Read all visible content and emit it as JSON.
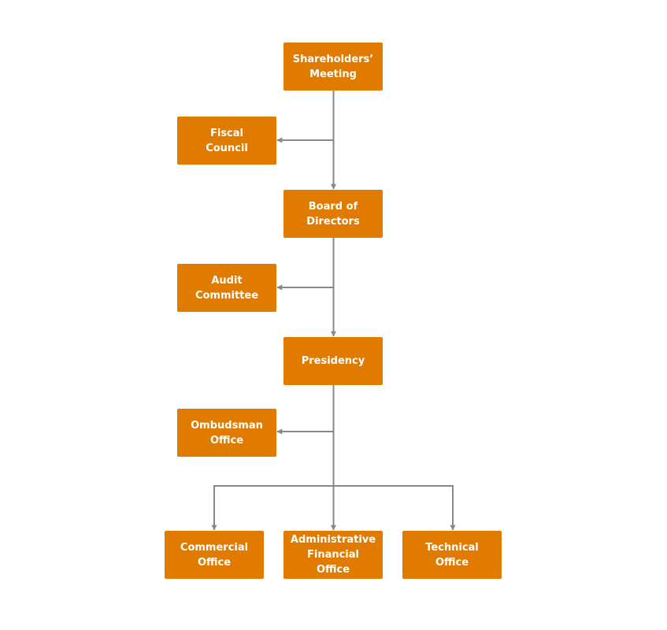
{
  "org_chart": {
    "accent_color": "#e07b00",
    "connector_color": "#888888",
    "nodes": {
      "shareholders": "Shareholders’\nMeeting",
      "fiscal_council": "Fiscal\nCouncil",
      "board": "Board of\nDirectors",
      "audit": "Audit\nCommittee",
      "presidency": "Presidency",
      "ombudsman": "Ombudsman\nOffice",
      "commercial": "Commercial\nOffice",
      "admin_financial": "Administrative\nFinancial\nOffice",
      "technical": "Technical\nOffice"
    }
  }
}
